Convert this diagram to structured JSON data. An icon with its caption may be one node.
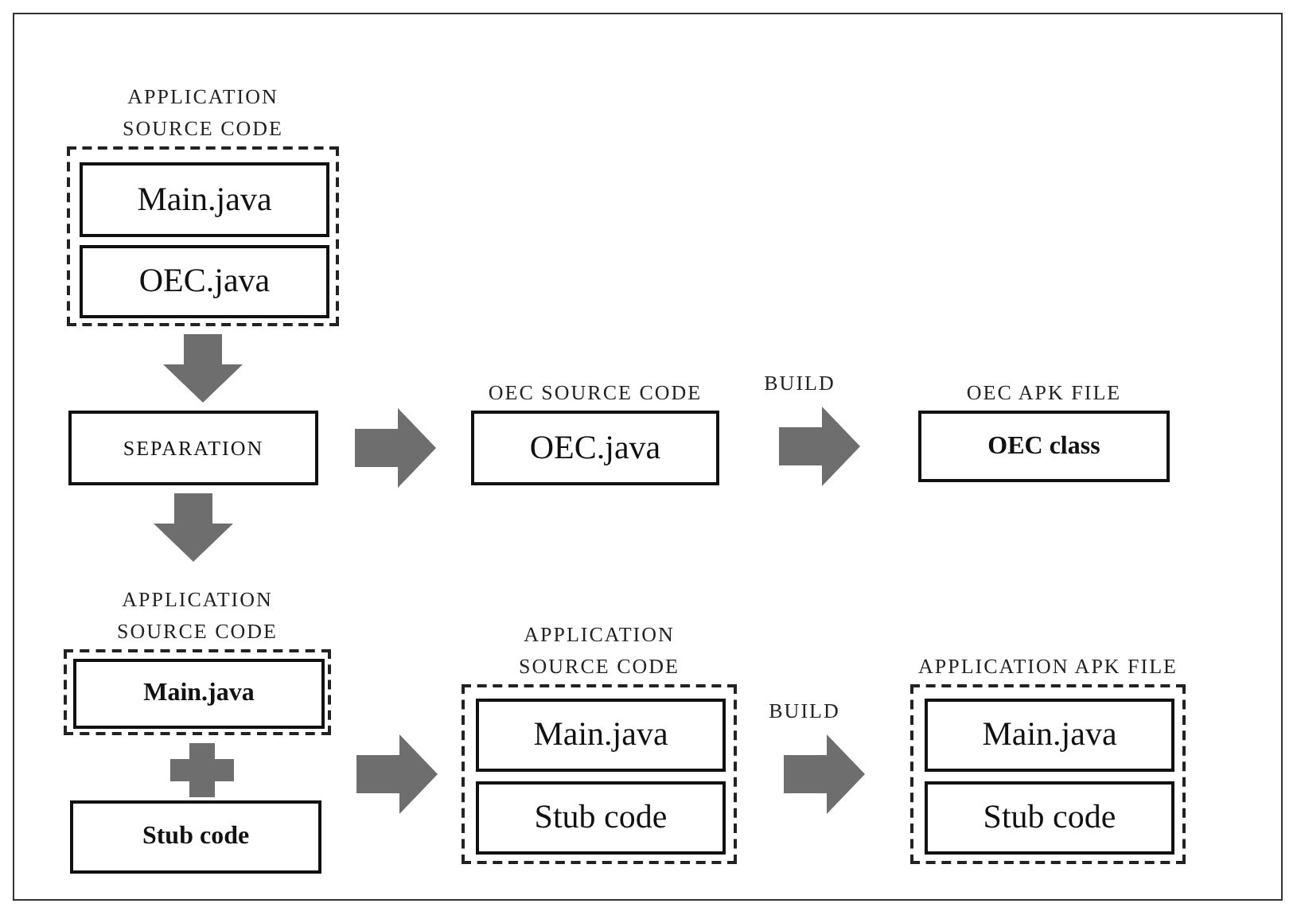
{
  "diagram": {
    "nodes": [
      {
        "text": [
          "APPLICATION SOURCE CODE"
        ]
      },
      {
        "text": [
          "Main.java"
        ],
        "in": 0
      },
      {
        "text": [
          "OEC.java"
        ],
        "in": 0
      },
      {
        "text": [
          "SEPARATION"
        ]
      },
      {
        "text": [
          "OEC SOURCE CODE",
          "OEC.java"
        ]
      },
      {
        "text": [
          "OEC APK FILE",
          "OEC class"
        ]
      },
      {
        "text": [
          "APPLICATION SOURCE CODE"
        ]
      },
      {
        "text": [
          "Main.java"
        ],
        "in": 6
      },
      {
        "text": [
          "Stub code"
        ]
      },
      {
        "text": [
          "APPLICATION SOURCE CODE"
        ]
      },
      {
        "text": [
          "Main.java"
        ],
        "in": 9
      },
      {
        "text": [
          "Stub code"
        ],
        "in": 9
      },
      {
        "text": [
          "APPLICATION APK FILE"
        ]
      },
      {
        "text": [
          "Main.java"
        ],
        "in": 12
      },
      {
        "text": [
          "Stub code"
        ],
        "in": 12
      }
    ],
    "edges": [
      {
        "from": 0,
        "to": 3,
        "arrow": "to"
      },
      {
        "from": 3,
        "to": 4,
        "arrow": "to"
      },
      {
        "from": 4,
        "to": 5,
        "arrow": "to",
        "label": "BUILD"
      },
      {
        "from": 3,
        "to": 6,
        "arrow": "to"
      },
      {
        "from": 6,
        "to": 9,
        "arrow": "to"
      },
      {
        "from": 8,
        "to": 9,
        "arrow": "to"
      },
      {
        "from": 9,
        "to": 12,
        "arrow": "to",
        "label": "BUILD"
      }
    ]
  }
}
